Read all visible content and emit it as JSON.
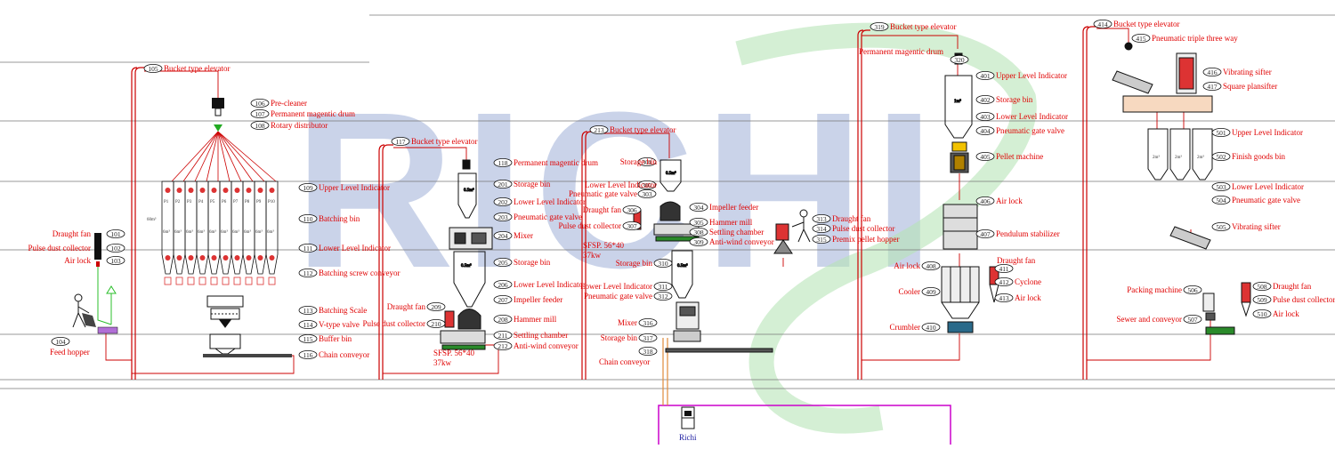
{
  "watermark": {
    "text": "RICHI",
    "color": "#8c9fcf",
    "green": "#6cc26c"
  },
  "colors": {
    "pipe": "#cc0000",
    "equipment": "#111111",
    "label": "#e00000",
    "floor": "#888888",
    "frame": "#cc00cc",
    "conveyor": "#ff9999"
  },
  "sections": {
    "intake": [
      {
        "num": "101",
        "label": "Draught fan"
      },
      {
        "num": "102",
        "label": "Pulse dust collector"
      },
      {
        "num": "103",
        "label": "Air lock"
      },
      {
        "num": "104",
        "label": "Feed hopper"
      }
    ],
    "batching": [
      {
        "num": "105",
        "label": "Bucket type elevator"
      },
      {
        "num": "106",
        "label": "Pre-cleaner"
      },
      {
        "num": "107",
        "label": "Permanent magentic drum"
      },
      {
        "num": "108",
        "label": "Rotary distributor"
      },
      {
        "num": "109",
        "label": "Upper Level Indicator"
      },
      {
        "num": "110",
        "label": "Batching bin"
      },
      {
        "num": "111",
        "label": "Lower Level Indicator"
      },
      {
        "num": "112",
        "label": "Batching screw conveyor"
      },
      {
        "num": "113",
        "label": "Batching Scale"
      },
      {
        "num": "114",
        "label": "V-type valve"
      },
      {
        "num": "115",
        "label": "Buffer bin"
      },
      {
        "num": "116",
        "label": "Chain conveyor"
      }
    ],
    "bins": [
      "P1",
      "P2",
      "P3",
      "P4",
      "P5",
      "P6",
      "P7",
      "P8",
      "P9",
      "P10"
    ],
    "bin_volume": "6m³",
    "grinding": [
      {
        "num": "117",
        "label": "Bucket type elevator"
      },
      {
        "num": "118",
        "label": "Permanent magentic drum"
      },
      {
        "num": "201",
        "label": "Storage bin"
      },
      {
        "num": "202",
        "label": "Lower Level Indicator"
      },
      {
        "num": "203",
        "label": "Pneumatic gate valve"
      },
      {
        "num": "204",
        "label": "Mixer"
      },
      {
        "num": "205",
        "label": "Storage bin"
      },
      {
        "num": "206",
        "label": "Lower Level Indicator"
      },
      {
        "num": "207",
        "label": "Impeller feeder"
      },
      {
        "num": "208",
        "label": "Hammer mill"
      },
      {
        "num": "209",
        "label": "Draught fan"
      },
      {
        "num": "210",
        "label": "Pulse dust collector"
      },
      {
        "num": "211",
        "label": "Settling chamber"
      },
      {
        "num": "212",
        "label": "Anti-wind conveyor"
      }
    ],
    "grinding_note": {
      "model": "SFSP. 56*40",
      "power": "37kw",
      "bin": "0.5m³"
    },
    "mixing": [
      {
        "num": "213",
        "label": "Bucket type elevator"
      },
      {
        "num": "301",
        "label": "Storage bin"
      },
      {
        "num": "302",
        "label": "Lower Level Indicator"
      },
      {
        "num": "303",
        "label": "Pneumatic gate valve"
      },
      {
        "num": "304",
        "label": "Impeller feeder"
      },
      {
        "num": "305",
        "label": "Hammer mill"
      },
      {
        "num": "306",
        "label": "Draught fan"
      },
      {
        "num": "307",
        "label": "Pulse dust collector"
      },
      {
        "num": "308",
        "label": "Settling chamber"
      },
      {
        "num": "309",
        "label": "Anti-wind conveyor"
      },
      {
        "num": "310",
        "label": "Storage bin"
      },
      {
        "num": "311",
        "label": "Lower Level Indicator"
      },
      {
        "num": "312",
        "label": "Pneumatic gate valve"
      },
      {
        "num": "313",
        "label": "Draught fan"
      },
      {
        "num": "314",
        "label": "Pulse dust collector"
      },
      {
        "num": "315",
        "label": "Premix pellet hopper"
      },
      {
        "num": "316",
        "label": "Mixer"
      },
      {
        "num": "317",
        "label": "Storage bin"
      },
      {
        "num": "318",
        "label": "Chain conveyor"
      }
    ],
    "pelleting": [
      {
        "num": "319",
        "label": "Bucket type elevator"
      },
      {
        "num": "320",
        "label": "Permanent magentic drum"
      },
      {
        "num": "401",
        "label": "Upper Level Indicator"
      },
      {
        "num": "402",
        "label": "Storage bin"
      },
      {
        "num": "403",
        "label": "Lower Level Indicator"
      },
      {
        "num": "404",
        "label": "Pneumatic gate valve"
      },
      {
        "num": "405",
        "label": "Pellet machine"
      },
      {
        "num": "406",
        "label": "Air lock"
      },
      {
        "num": "407",
        "label": "Pendulum stabilizer"
      },
      {
        "num": "408",
        "label": "Air lock"
      },
      {
        "num": "409",
        "label": "Cooler"
      },
      {
        "num": "410",
        "label": "Crumbler"
      },
      {
        "num": "411",
        "label": "Draught fan"
      },
      {
        "num": "412",
        "label": "Cyclone"
      },
      {
        "num": "413",
        "label": "Air lock"
      }
    ],
    "packing": [
      {
        "num": "414",
        "label": "Bucket type elevator"
      },
      {
        "num": "415",
        "label": "Pneumatic triple three way"
      },
      {
        "num": "416",
        "label": "Vibrating sifter"
      },
      {
        "num": "417",
        "label": "Square plansifter"
      },
      {
        "num": "501",
        "label": "Upper Level Indicator"
      },
      {
        "num": "502",
        "label": "Finish goods bin"
      },
      {
        "num": "503",
        "label": "Lower Level Indicator"
      },
      {
        "num": "504",
        "label": "Pneumatic gate valve"
      },
      {
        "num": "505",
        "label": "Vibrating sifter"
      },
      {
        "num": "506",
        "label": "Packing machine"
      },
      {
        "num": "507",
        "label": "Sewer and conveyor"
      },
      {
        "num": "508",
        "label": "Draught fan"
      },
      {
        "num": "509",
        "label": "Pulse dust collector"
      },
      {
        "num": "510",
        "label": "Air lock"
      }
    ],
    "finish_bins": [
      "2m³",
      "2m³",
      "2m³"
    ],
    "richi_box": "Richi"
  }
}
